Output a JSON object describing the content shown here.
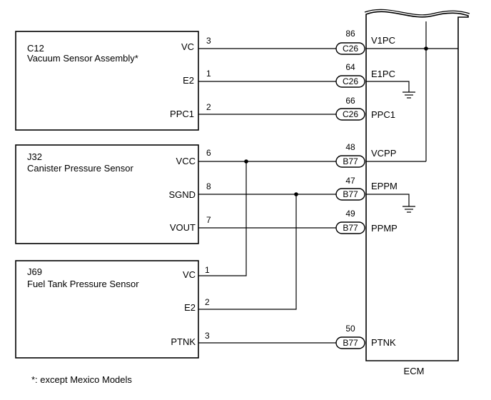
{
  "components": [
    {
      "id": "C12",
      "name": "Vacuum Sensor Assembly*",
      "pins": [
        {
          "label": "VC",
          "num": "3"
        },
        {
          "label": "E2",
          "num": "1"
        },
        {
          "label": "PPC1",
          "num": "2"
        }
      ]
    },
    {
      "id": "J32",
      "name": "Canister Pressure Sensor",
      "pins": [
        {
          "label": "VCC",
          "num": "6"
        },
        {
          "label": "SGND",
          "num": "8"
        },
        {
          "label": "VOUT",
          "num": "7"
        }
      ]
    },
    {
      "id": "J69",
      "name": "Fuel Tank Pressure Sensor",
      "pins": [
        {
          "label": "VC",
          "num": "1"
        },
        {
          "label": "E2",
          "num": "2"
        },
        {
          "label": "PTNK",
          "num": "3"
        }
      ]
    }
  ],
  "ecm": {
    "label": "ECM",
    "terminals": [
      {
        "connector": "C26",
        "pin": "86",
        "label": "V1PC"
      },
      {
        "connector": "C26",
        "pin": "64",
        "label": "E1PC"
      },
      {
        "connector": "C26",
        "pin": "66",
        "label": "PPC1"
      },
      {
        "connector": "B77",
        "pin": "48",
        "label": "VCPP"
      },
      {
        "connector": "B77",
        "pin": "47",
        "label": "EPPM"
      },
      {
        "connector": "B77",
        "pin": "49",
        "label": "PPMP"
      },
      {
        "connector": "B77",
        "pin": "50",
        "label": "PTNK"
      }
    ]
  },
  "footnote": "*: except Mexico Models"
}
